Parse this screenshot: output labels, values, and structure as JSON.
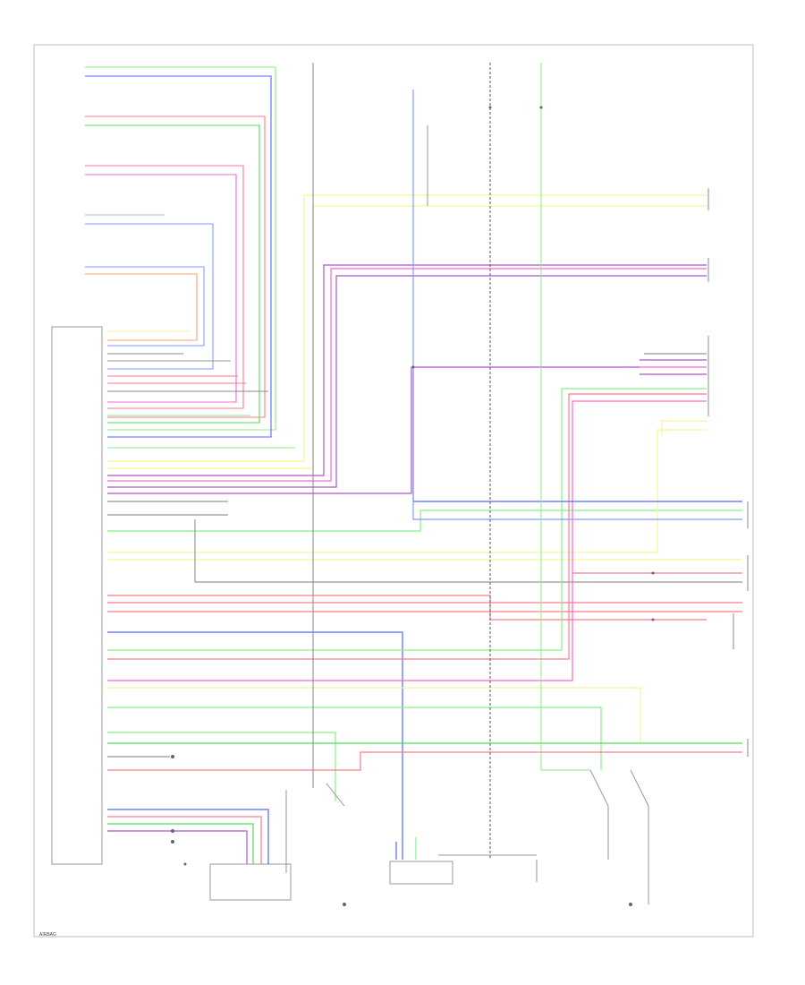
{
  "diagram": {
    "page_code": "AIRBAG"
  },
  "colors": {
    "red": "#ff7a8a",
    "pink": "#ff66cc",
    "orange": "#ffa06a",
    "yellow": "#f7f39a",
    "lightgreen": "#88ee88",
    "green": "#55dd55",
    "blue": "#5566ff",
    "lightblue": "#8899ff",
    "purple": "#aa55cc",
    "darkgray": "#777777",
    "gray": "#999999",
    "black": "#222222"
  },
  "components": [
    {
      "id": "sensor-top-left",
      "lines": [
        "",
        "",
        ""
      ]
    },
    {
      "id": "right-sensor-a",
      "lines": [
        "",
        "",
        "",
        ""
      ]
    },
    {
      "id": "right-sensor-b",
      "lines": [
        "",
        "",
        "",
        "",
        ""
      ]
    },
    {
      "id": "control-module",
      "lines": [
        "",
        "",
        ""
      ]
    },
    {
      "id": "passenger-switch",
      "lines": [
        "",
        "",
        ""
      ]
    }
  ],
  "wires": [
    {
      "color": "lightgreen"
    },
    {
      "color": "blue"
    },
    {
      "color": "red"
    },
    {
      "color": "green"
    },
    {
      "color": "red"
    },
    {
      "color": "pink"
    },
    {
      "color": "lightblue"
    },
    {
      "color": "gray"
    },
    {
      "color": "yellow"
    },
    {
      "color": "orange"
    }
  ]
}
